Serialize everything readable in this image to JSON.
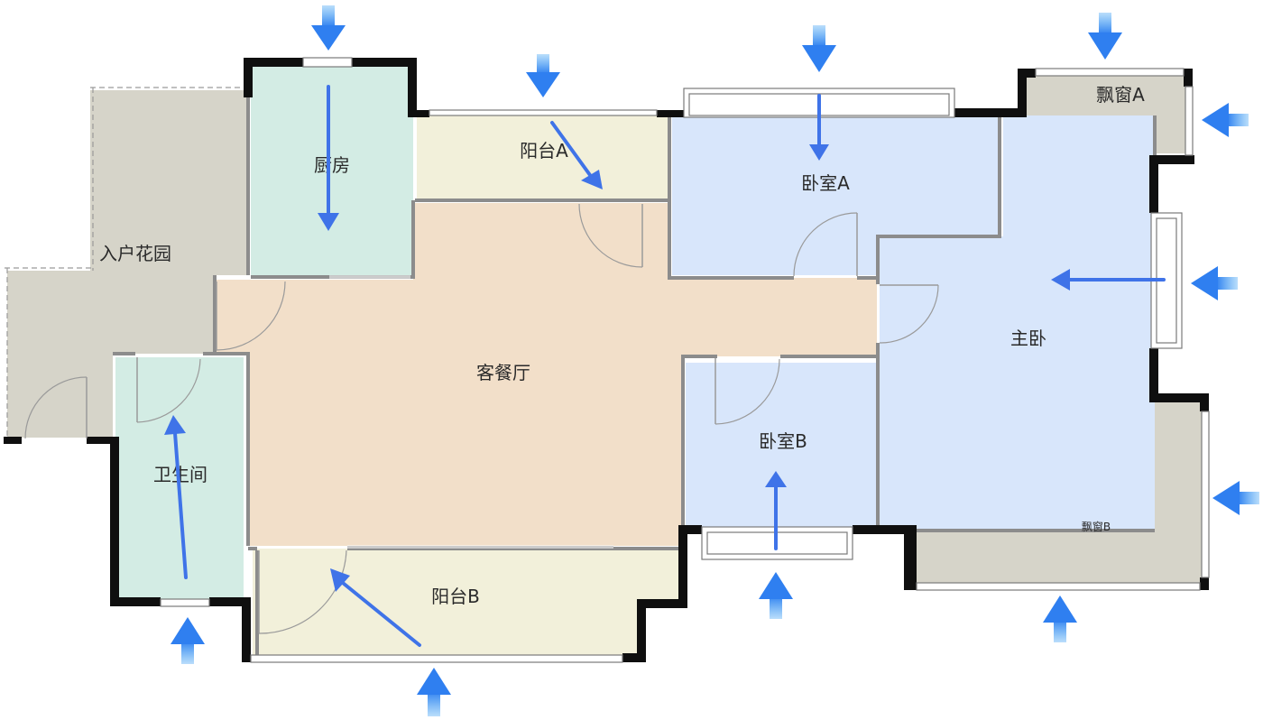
{
  "plan": {
    "rooms": [
      {
        "id": "garden",
        "label": "入户花园",
        "color": "#d6d4c9"
      },
      {
        "id": "kitchen",
        "label": "厨房",
        "color": "#d3ece4"
      },
      {
        "id": "balcony-a",
        "label": "阳台A",
        "color": "#f2f0da"
      },
      {
        "id": "bedroom-a",
        "label": "卧室A",
        "color": "#d8e6fb"
      },
      {
        "id": "bay-window-a",
        "label": "飘窗A",
        "color": "#d6d4c9"
      },
      {
        "id": "living-dining",
        "label": "客餐厅",
        "color": "#f2dfc9"
      },
      {
        "id": "bathroom",
        "label": "卫生间",
        "color": "#d3ece4"
      },
      {
        "id": "bedroom-b",
        "label": "卧室B",
        "color": "#d8e6fb"
      },
      {
        "id": "master-bedroom",
        "label": "主卧",
        "color": "#d8e6fb"
      },
      {
        "id": "balcony-b",
        "label": "阳台B",
        "color": "#f2f0da"
      },
      {
        "id": "bay-window-b",
        "label": "飘窗B",
        "color": "#d6d4c9"
      }
    ],
    "colors": {
      "wall": "#0f0f0f",
      "interior_wall": "#8c8c8c",
      "airflow_arrow": "#3f73e8",
      "entry_arrow": "#4a9af0"
    },
    "legend_icon": "airflow-arrow-icon"
  }
}
